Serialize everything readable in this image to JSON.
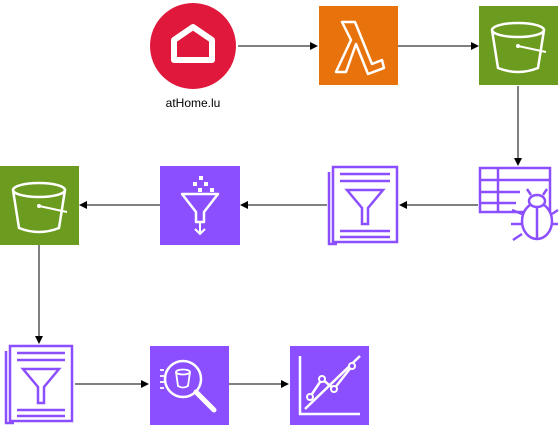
{
  "diagram": {
    "nodes": {
      "athome": {
        "label": "atHome.lu",
        "icon": "house-logo-icon"
      },
      "lambda": {
        "label": "",
        "icon": "aws-lambda-icon"
      },
      "s3_raw": {
        "label": "",
        "icon": "s3-bucket-icon"
      },
      "glue_crawler": {
        "label": "",
        "icon": "glue-crawler-icon"
      },
      "glue_catalog_1": {
        "label": "",
        "icon": "glue-data-catalog-icon"
      },
      "data_wrangler": {
        "label": "",
        "icon": "data-wrangler-icon"
      },
      "s3_processed": {
        "label": "",
        "icon": "s3-bucket-icon"
      },
      "glue_catalog_2": {
        "label": "",
        "icon": "glue-data-catalog-icon"
      },
      "athena": {
        "label": "",
        "icon": "athena-query-icon"
      },
      "quicksight": {
        "label": "",
        "icon": "quicksight-icon"
      }
    },
    "edges": [
      [
        "athome",
        "lambda"
      ],
      [
        "lambda",
        "s3_raw"
      ],
      [
        "s3_raw",
        "glue_crawler"
      ],
      [
        "glue_crawler",
        "glue_catalog_1"
      ],
      [
        "glue_catalog_1",
        "data_wrangler"
      ],
      [
        "data_wrangler",
        "s3_processed"
      ],
      [
        "s3_processed",
        "glue_catalog_2"
      ],
      [
        "glue_catalog_2",
        "athena"
      ],
      [
        "athena",
        "quicksight"
      ]
    ],
    "colors": {
      "athome_red": "#e0193c",
      "lambda_orange": "#e8720c",
      "s3_green": "#6b9b1f",
      "analytics_purple": "#8c4fff",
      "arrow": "#000000"
    }
  }
}
